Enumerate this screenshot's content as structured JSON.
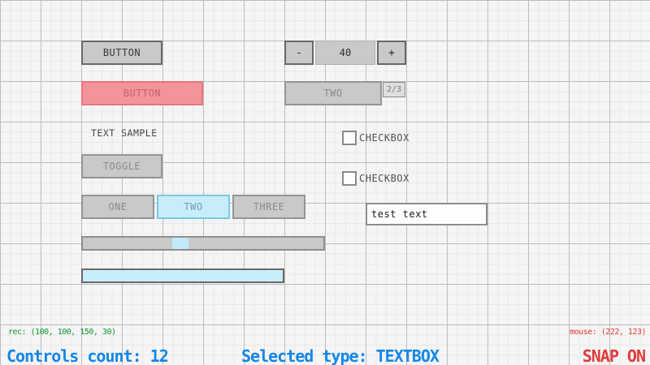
{
  "colors": {
    "background": "#f5f5f5",
    "grid_major": "#bcbcbc",
    "grid_minor": "#e9e9e9",
    "control_fill": "#c9c9c9",
    "control_border_dark": "#686868",
    "control_border_light": "#949494",
    "active_fill": "#c7edfa",
    "active_border": "#7ac9e3",
    "active_text": "#6c9bbc",
    "selected_fill": "#f2949a",
    "selected_border": "#e8747c",
    "status_green": "#0e9632",
    "status_blue": "#1287e8",
    "status_red": "#e23b3b"
  },
  "controls": {
    "button_normal": {
      "label": "BUTTON"
    },
    "button_selected": {
      "label": "BUTTON"
    },
    "text_label": {
      "text": "TEXT SAMPLE"
    },
    "toggle": {
      "label": "TOGGLE"
    },
    "toggle_group": {
      "items": [
        {
          "label": "ONE",
          "active": false
        },
        {
          "label": "TWO",
          "active": true
        },
        {
          "label": "THREE",
          "active": false
        }
      ]
    },
    "spinner": {
      "minus_label": "-",
      "value": "40",
      "plus_label": "+"
    },
    "dropdown": {
      "selected": "TWO",
      "index": "2/3"
    },
    "checkbox_1": {
      "label": "CHECKBOX",
      "checked": false
    },
    "checkbox_2": {
      "label": "CHECKBOX",
      "checked": false
    },
    "textbox": {
      "value": "test text"
    }
  },
  "statusbar": {
    "rec": "rec: (100, 100, 150, 30)",
    "mouse": "mouse: (222, 123)",
    "controls_count": "Controls count: 12",
    "selected_type": "Selected type: TEXTBOX",
    "snap": "SNAP ON"
  }
}
